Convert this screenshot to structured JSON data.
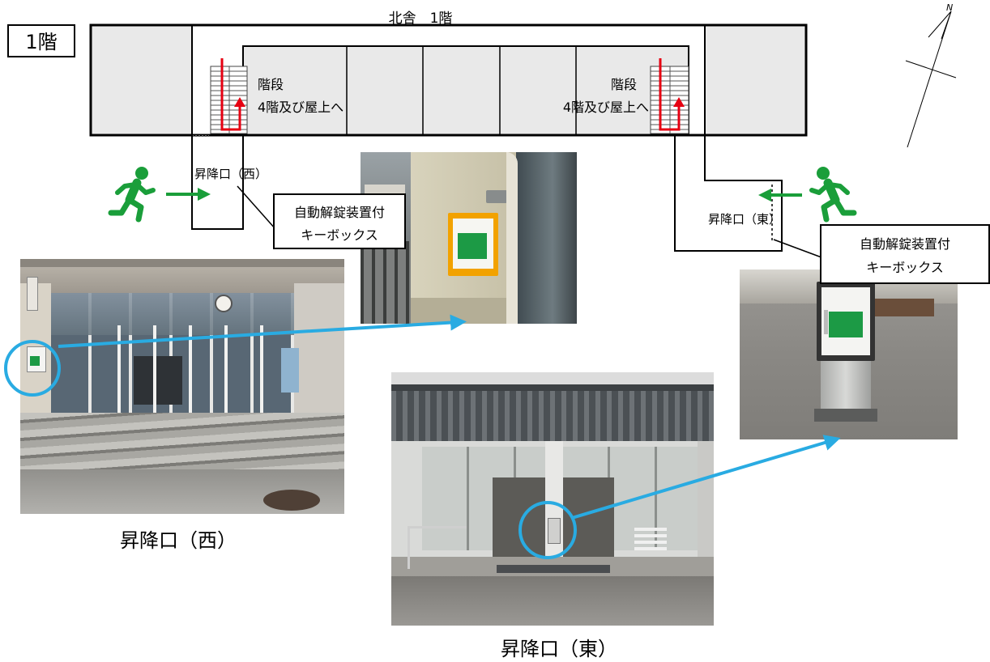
{
  "floor_badge": "1階",
  "plan": {
    "title": "北舎　1階",
    "stairs": [
      {
        "label": "階段",
        "destination": "4階及び屋上へ"
      },
      {
        "label": "階段",
        "destination": "4階及び屋上へ"
      }
    ],
    "entrances": {
      "west": "昇降口（西）",
      "east": "昇降口（東）"
    },
    "callouts": [
      {
        "line1": "自動解錠装置付",
        "line2": "キーボックス"
      },
      {
        "line1": "自動解錠装置付",
        "line2": "キーボックス"
      }
    ],
    "north_label": "N"
  },
  "captions": {
    "west": "昇降口（西）",
    "east": "昇降口（東）"
  },
  "icons": {
    "runner": "emergency-exit-runner-icon",
    "north": "north-arrow-icon",
    "stair_route": "stair-route-arrow-icon"
  },
  "colors": {
    "stair_arrow": "#e60012",
    "exit_green": "#1a9e3a",
    "pointer_blue": "#29abe2",
    "room_fill": "#e9e9e9"
  }
}
